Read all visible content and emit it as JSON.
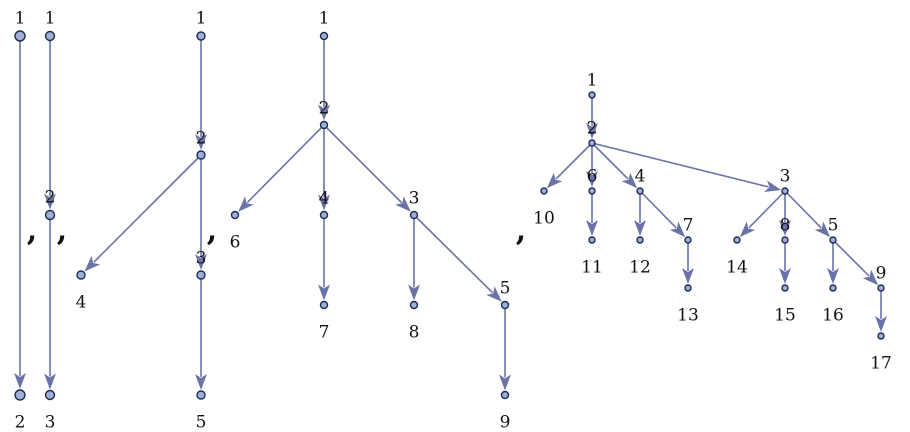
{
  "graphs": [
    {
      "nodes": [
        "1",
        "2"
      ],
      "edges": [
        [
          "1",
          "2"
        ]
      ]
    },
    {
      "nodes": [
        "1",
        "2",
        "3"
      ],
      "edges": [
        [
          "1",
          "2"
        ],
        [
          "2",
          "3"
        ]
      ]
    },
    {
      "nodes": [
        "1",
        "2",
        "4",
        "3",
        "5"
      ],
      "edges": [
        [
          "1",
          "2"
        ],
        [
          "2",
          "4"
        ],
        [
          "2",
          "3"
        ],
        [
          "3",
          "5"
        ]
      ]
    },
    {
      "nodes": [
        "1",
        "2",
        "6",
        "4",
        "3",
        "7",
        "8",
        "5",
        "9"
      ],
      "edges": [
        [
          "1",
          "2"
        ],
        [
          "2",
          "6"
        ],
        [
          "2",
          "4"
        ],
        [
          "2",
          "3"
        ],
        [
          "4",
          "7"
        ],
        [
          "3",
          "8"
        ],
        [
          "3",
          "5"
        ],
        [
          "5",
          "9"
        ]
      ]
    },
    {
      "nodes": [
        "1",
        "2",
        "10",
        "6",
        "4",
        "3",
        "11",
        "12",
        "7",
        "14",
        "8",
        "5",
        "13",
        "15",
        "16",
        "9",
        "17"
      ],
      "edges": [
        [
          "1",
          "2"
        ],
        [
          "2",
          "10"
        ],
        [
          "2",
          "6"
        ],
        [
          "2",
          "4"
        ],
        [
          "2",
          "3"
        ],
        [
          "6",
          "11"
        ],
        [
          "4",
          "12"
        ],
        [
          "4",
          "7"
        ],
        [
          "7",
          "13"
        ],
        [
          "3",
          "14"
        ],
        [
          "3",
          "8"
        ],
        [
          "3",
          "5"
        ],
        [
          "8",
          "15"
        ],
        [
          "5",
          "16"
        ],
        [
          "5",
          "9"
        ],
        [
          "9",
          "17"
        ]
      ]
    }
  ],
  "separator": ","
}
